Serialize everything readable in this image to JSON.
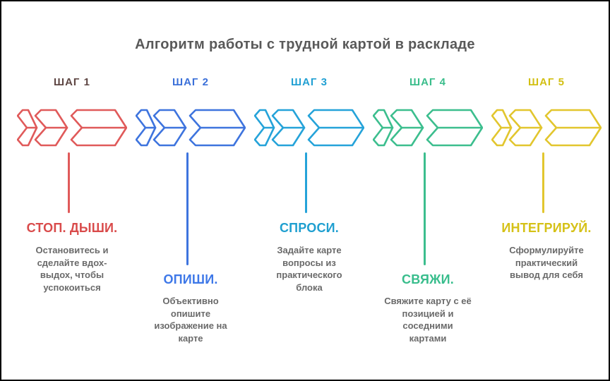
{
  "page": {
    "title": "Алгоритм работы с трудной картой в раскладе",
    "title_color": "#595959",
    "description_color": "#6A6A6A",
    "background_color": "#FFFFFF",
    "border_color": "#000000"
  },
  "steps": [
    {
      "label": "ШАГ 1",
      "label_color": "#5E4643",
      "arrow_color": "#E05A5A",
      "icon": "triple-chevron-right",
      "title": "СТОП. ДЫШИ.",
      "title_color": "#D94B4B",
      "description": "Остановитесь и\nсделайте вдох-\nвыдох, чтобы\nуспокоиться",
      "position": "high"
    },
    {
      "label": "ШАГ 2",
      "label_color": "#3B70D9",
      "arrow_color": "#3E74DE",
      "icon": "triple-chevron-right",
      "title": "ОПИШИ.",
      "title_color": "#3E78E8",
      "description": "Объективно\nопишите\nизображение на\nкарте",
      "position": "low"
    },
    {
      "label": "ШАГ 3",
      "label_color": "#21A0D3",
      "arrow_color": "#25A3D9",
      "icon": "triple-chevron-right",
      "title": "СПРОСИ.",
      "title_color": "#1F9FD0",
      "description": "Задайте карте\nвопросы из\nпрактического\nблока",
      "position": "high"
    },
    {
      "label": "ШАГ 4",
      "label_color": "#3ABD8B",
      "arrow_color": "#3CBE8E",
      "icon": "triple-chevron-right",
      "title": "СВЯЖИ.",
      "title_color": "#38BD8C",
      "description": "Свяжите карту с её\nпозицией и\nсоседними\nкартами",
      "position": "low"
    },
    {
      "label": "ШАГ 5",
      "label_color": "#D2BF12",
      "arrow_color": "#E2C62E",
      "icon": "triple-chevron-right",
      "title": "ИНТЕГРИРУЙ.",
      "title_color": "#D5C117",
      "description": "Сформулируйте\nпрактический\nвывод для себя",
      "position": "high"
    }
  ]
}
